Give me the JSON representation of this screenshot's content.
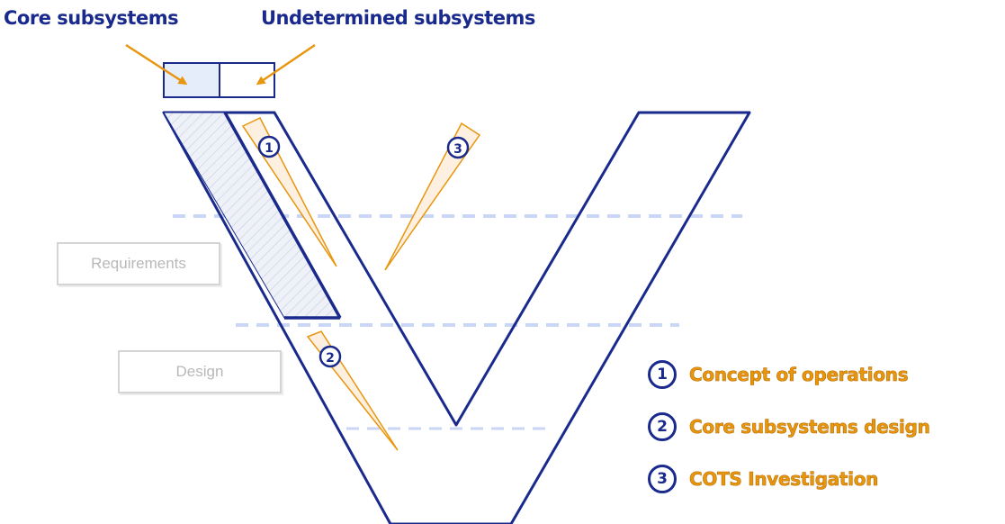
{
  "header": {
    "core_label": "Core subsystems",
    "undetermined_label": "Undetermined subsystems"
  },
  "phases": {
    "requirements": "Requirements",
    "design": "Design"
  },
  "markers": [
    "1",
    "2",
    "3"
  ],
  "legend": [
    {
      "num": "1",
      "text": "Concept of operations"
    },
    {
      "num": "2",
      "text": "Core subsystems design"
    },
    {
      "num": "3",
      "text": "COTS Investigation"
    }
  ],
  "colors": {
    "outline": "#1a2a8c",
    "accent": "#e8960e",
    "core_fill": "#e6edfa",
    "dashed": "#c9d6f5",
    "phase_box_border": "#d4d4d4"
  }
}
